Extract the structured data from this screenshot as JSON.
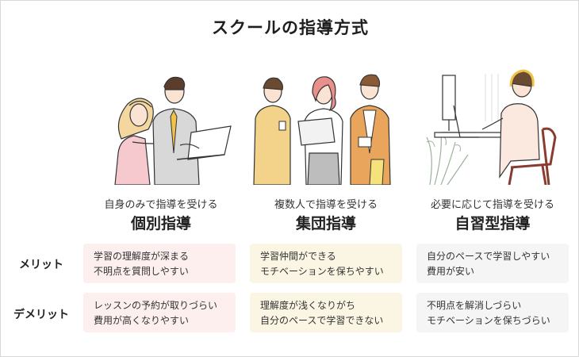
{
  "title": "スクールの指導方式",
  "columns": [
    {
      "sub": "自身のみで指導を受ける",
      "main": "個別指導"
    },
    {
      "sub": "複数人で指導を受ける",
      "main": "集団指導"
    },
    {
      "sub": "必要に応じて指導を受ける",
      "main": "自習型指導"
    }
  ],
  "rows": [
    {
      "label": "メリット",
      "cells": [
        {
          "line1": "学習の理解度が深まる",
          "line2": "不明点を質問しやすい"
        },
        {
          "line1": "学習仲間ができる",
          "line2": "モチベーションを保ちやすい"
        },
        {
          "line1": "自分のペースで学習しやすい",
          "line2": "費用が安い"
        }
      ]
    },
    {
      "label": "デメリット",
      "cells": [
        {
          "line1": "レッスンの予約が取りづらい",
          "line2": "費用が高くなりやすい"
        },
        {
          "line1": "理解度が浅くなりがち",
          "line2": "自分のペースで学習できない"
        },
        {
          "line1": "不明点を解消しづらい",
          "line2": "モチベーションを保ちづらい"
        }
      ]
    }
  ],
  "colors": {
    "pink": "#fcefee",
    "yellow": "#fbf6e3",
    "gray": "#f5f5f5",
    "accent": "#f0c24a"
  }
}
